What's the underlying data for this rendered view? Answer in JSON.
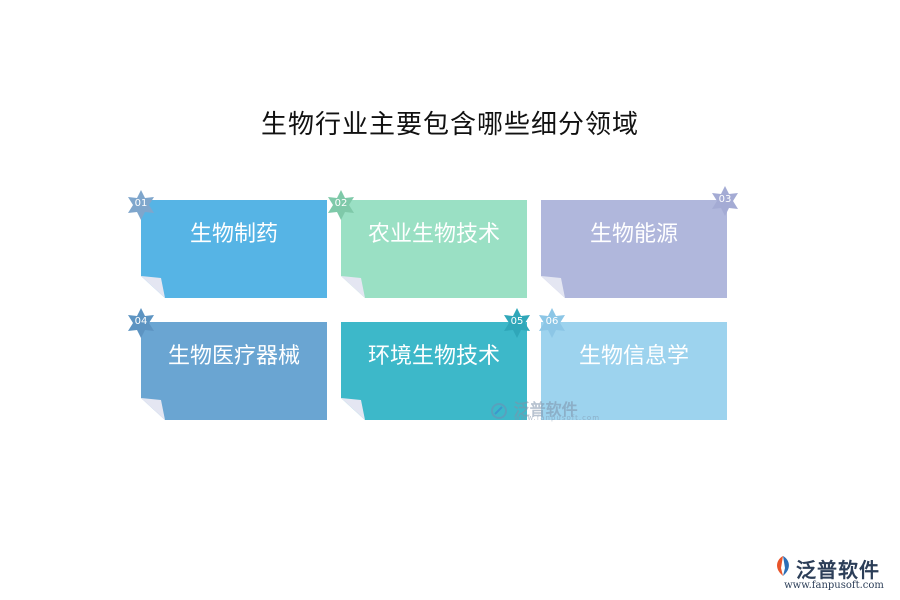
{
  "title": "生物行业主要包含哪些细分领域",
  "cards": [
    {
      "num": "01",
      "label": "生物制药",
      "color": "#56b4e5"
    },
    {
      "num": "02",
      "label": "农业生物技术",
      "color": "#9ae0c4"
    },
    {
      "num": "03",
      "label": "生物能源",
      "color": "#b0b7dc"
    },
    {
      "num": "04",
      "label": "生物医疗器械",
      "color": "#6aa5d2"
    },
    {
      "num": "05",
      "label": "环境生物技术",
      "color": "#3db8c9"
    },
    {
      "num": "06",
      "label": "生物信息学",
      "color": "#9dd3ee"
    }
  ],
  "watermark": {
    "text": "泛普软件",
    "sub": "www.fanpusoft.com"
  },
  "logo": {
    "brand": "泛普软件",
    "url": "www.fanpusoft.com"
  },
  "colors": {
    "fold": "#e4e6f2",
    "badge_star": "#7fa6cc"
  }
}
